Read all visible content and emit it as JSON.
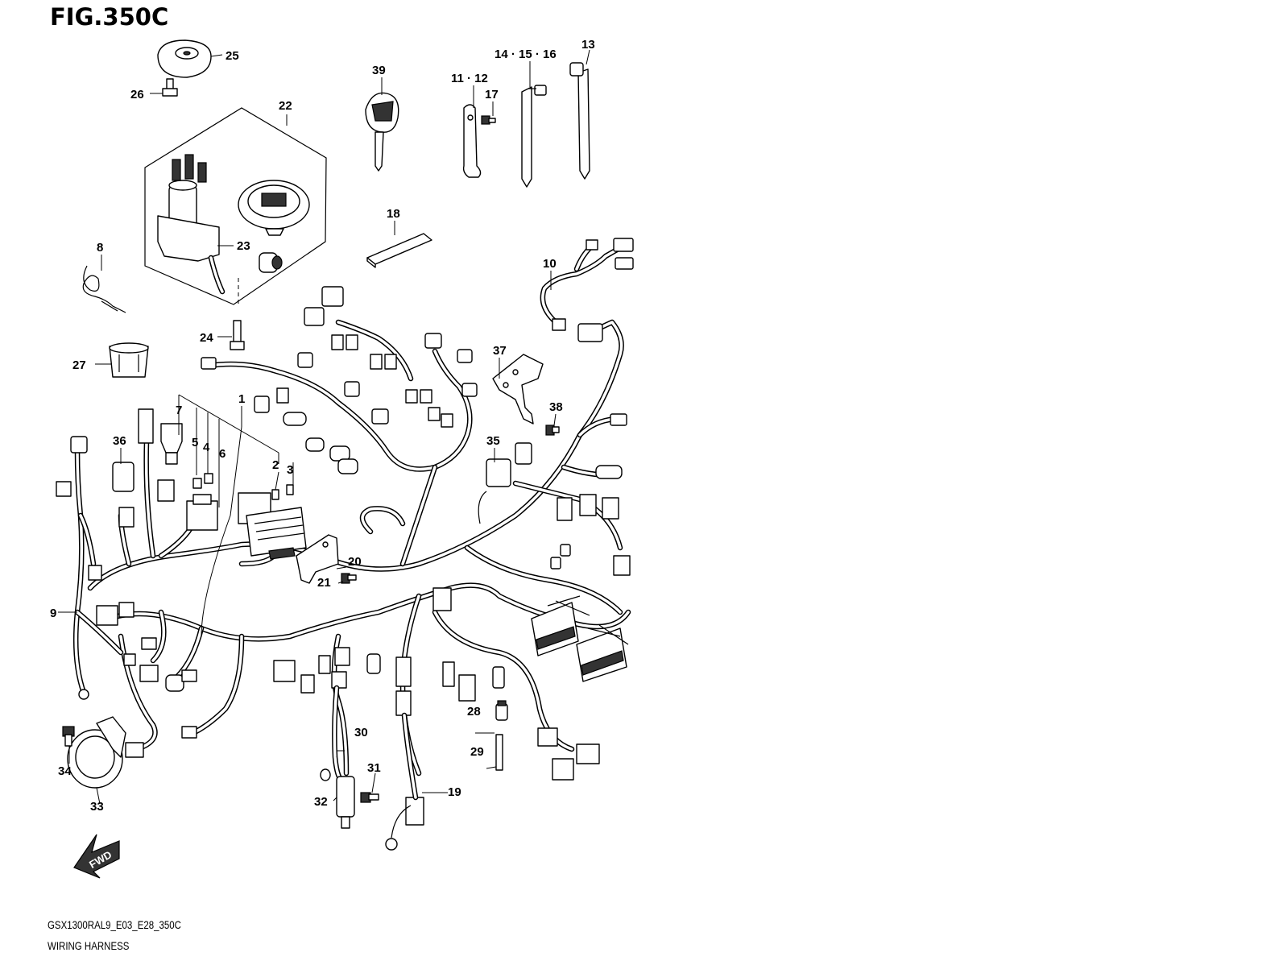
{
  "figure": {
    "title": "FIG.350C"
  },
  "footer": {
    "model_code": "GSX1300RAL9_E03_E28_350C",
    "section_name": "WIRING HARNESS"
  },
  "fwd_arrow": {
    "label": "FWD"
  },
  "callouts": {
    "c1": "1",
    "c2": "2",
    "c3": "3",
    "c4": "4",
    "c5": "5",
    "c6": "6",
    "c7": "7",
    "c8": "8",
    "c9": "9",
    "c10": "10",
    "c11_12": "11 · 12",
    "c13": "13",
    "c14_15_16": "14 · 15 · 16",
    "c17": "17",
    "c18": "18",
    "c19": "19",
    "c20": "20",
    "c21": "21",
    "c22": "22",
    "c23": "23",
    "c24": "24",
    "c25": "25",
    "c26": "26",
    "c27": "27",
    "c28": "28",
    "c29": "29",
    "c30": "30",
    "c31": "31",
    "c32": "32",
    "c33": "33",
    "c34": "34",
    "c35": "35",
    "c36": "36",
    "c37": "37",
    "c38": "38",
    "c39": "39"
  }
}
